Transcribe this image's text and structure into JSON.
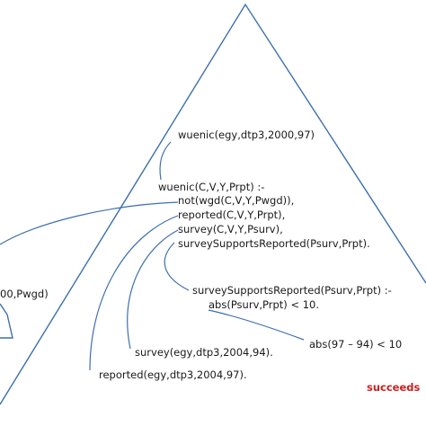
{
  "colors": {
    "tree_line": "#3d6fb0",
    "text": "#1a1a1a",
    "status": "#cc1f1f"
  },
  "goal": "wuenic(egy,dtp3,2000,97)",
  "rule": {
    "head": "wuenic(C,V,Y,Prpt) :-",
    "body": [
      "not(wgd(C,V,Y,Pwgd)),",
      "reported(C,V,Y,Prpt),",
      "survey(C,V,Y,Psurv),",
      "surveySupportsReported(Psurv,Prpt)."
    ]
  },
  "subgoals": {
    "wgd_partial": "00,Pwgd)",
    "supports_head": "surveySupportsReported(Psurv,Prpt) :-",
    "supports_body": "abs(Psurv,Prpt) < 10.",
    "abs_fact": "abs(97 – 94) < 10",
    "survey_fact": "survey(egy,dtp3,2004,94).",
    "reported_fact": "reported(egy,dtp3,2004,97)."
  },
  "status": "succeeds"
}
